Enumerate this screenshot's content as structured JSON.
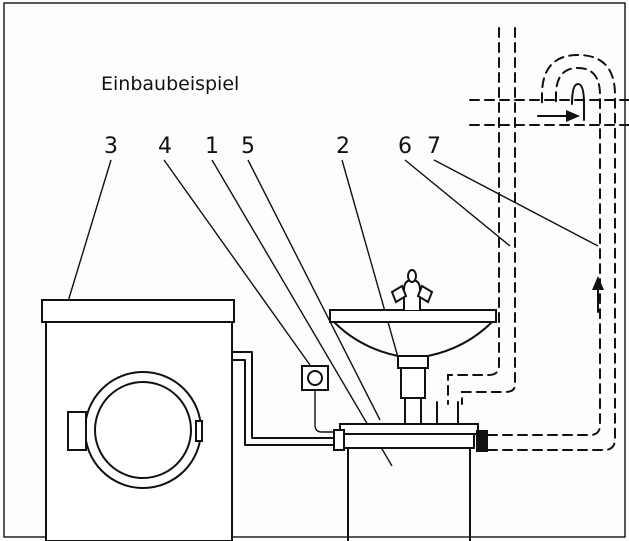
{
  "title": "Einbaubeispiel",
  "labels": {
    "l1": "1",
    "l2": "2",
    "l3": "3",
    "l4": "4",
    "l5": "5",
    "l6": "6",
    "l7": "7"
  },
  "icons": {
    "washer": "washing-machine-icon",
    "sink": "sink-icon",
    "socket": "power-socket-icon",
    "pump": "pump-unit-icon",
    "faucet": "faucet-icon"
  }
}
